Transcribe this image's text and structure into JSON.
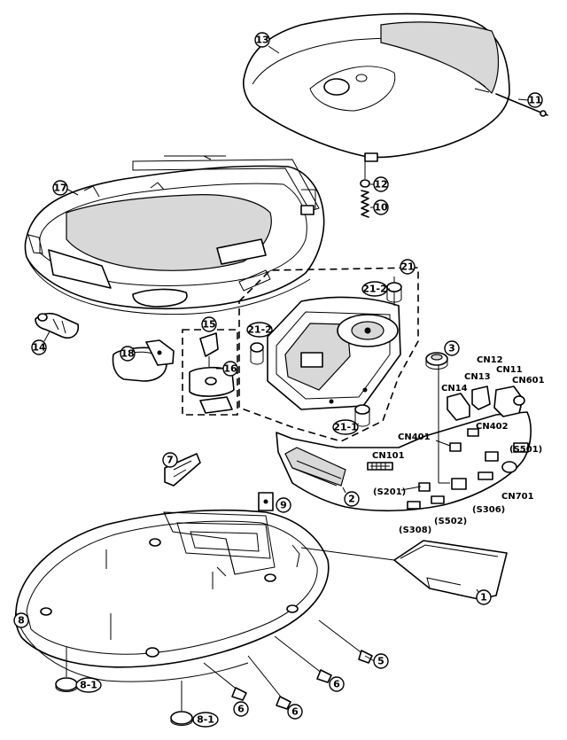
{
  "callouts": {
    "c13": "13",
    "c11": "11",
    "c17": "17",
    "c12": "12",
    "c10": "10",
    "c21": "21",
    "c21_2a": "21-2",
    "c21_2b": "21-2",
    "c15": "15",
    "c16": "16",
    "c18": "18",
    "c14": "14",
    "c3": "3",
    "c21_1": "21-1",
    "c7": "7",
    "c9": "9",
    "c2": "2",
    "c1": "1",
    "c8": "8",
    "c5": "5",
    "c6a": "6",
    "c6b": "6",
    "c6c": "6",
    "c8_1a": "8-1",
    "c8_1b": "8-1"
  },
  "part_labels": {
    "cn12": "CN12",
    "cn13": "CN13",
    "cn11": "CN11",
    "cn601": "CN601",
    "cn14": "CN14",
    "cn402": "CN402",
    "cn401": "CN401",
    "cn101": "CN101",
    "s501": "(S501)",
    "s201": "(S201)",
    "cn701": "CN701",
    "s306": "(S306)",
    "s308": "(S308)",
    "s502": "(S502)"
  }
}
